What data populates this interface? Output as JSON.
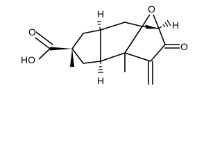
{
  "diagram": {
    "type": "chemical-structure",
    "atom_labels": {
      "hydroxyl": "HO",
      "carboxyl_oxygen": "O",
      "ketone_oxygen": "O",
      "epoxide_oxygen": "O",
      "hydrogen_top_left": "H",
      "hydrogen_top_right": "H",
      "hydrogen_bottom": "H"
    }
  }
}
